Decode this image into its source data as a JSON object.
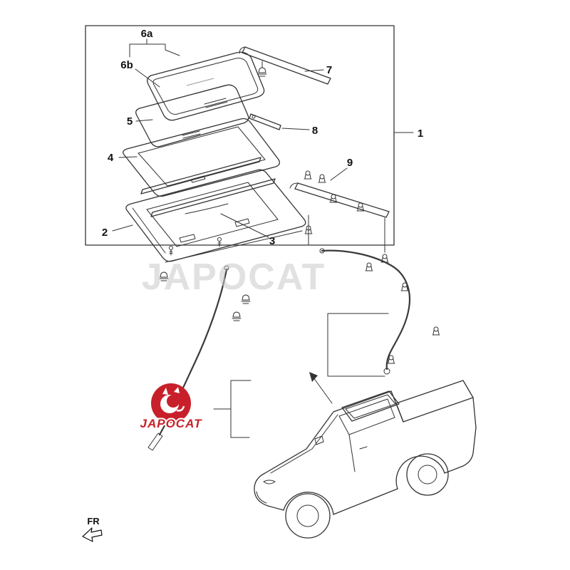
{
  "diagram": {
    "type": "exploded-parts-diagram",
    "subject": "sunroof assembly with drain hoses and pickup truck location view"
  },
  "callouts": {
    "c1": "1",
    "c2": "2",
    "c3": "3",
    "c4": "4",
    "c5": "5",
    "c6a": "6a",
    "c6b": "6b",
    "c7": "7",
    "c8": "8",
    "c9": "9"
  },
  "watermark": {
    "text": "JAPOCAT"
  },
  "logo": {
    "text": "JAPOCAT"
  },
  "fr": {
    "label": "FR"
  },
  "colors": {
    "line": "#333333",
    "logo_red": "#c8202a",
    "watermark_gray": "#c9c9c9",
    "background": "#ffffff"
  }
}
